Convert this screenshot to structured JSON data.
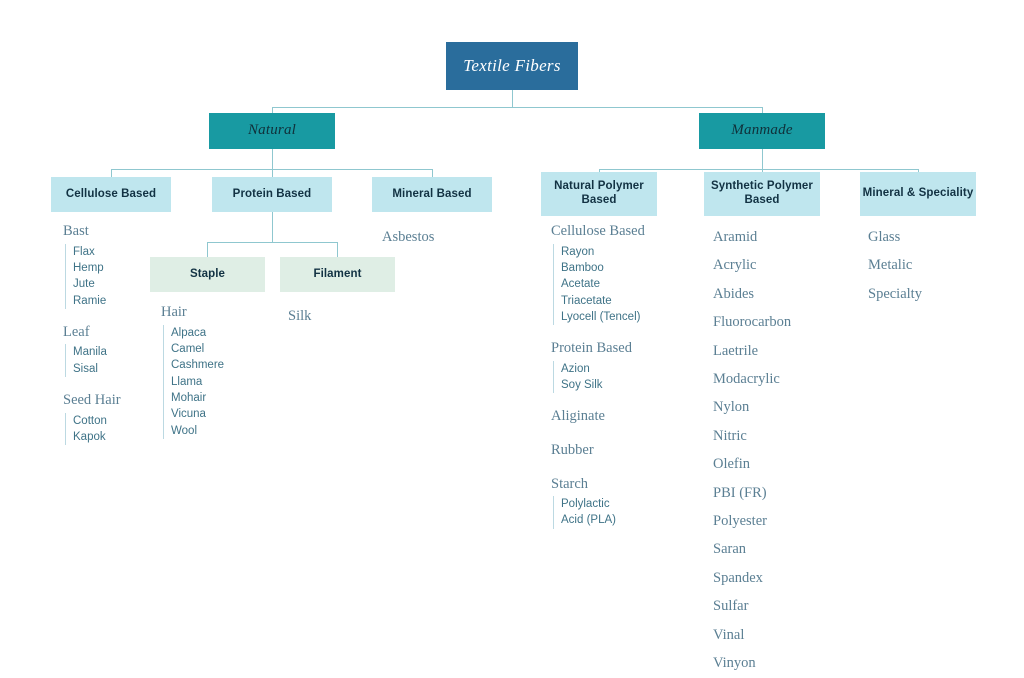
{
  "diagram": {
    "title": "Textile Fibers",
    "colors": {
      "root_fill": "#2a6d9c",
      "tier2_fill": "#189aa2",
      "tier3_fill": "#bfe6ee",
      "tier4_fill": "#dfeee5",
      "connector": "#8fc7cf",
      "heading_text": "#5b7f93",
      "item_text": "#3f7387"
    },
    "tier2": {
      "natural": "Natural",
      "manmade": "Manmade"
    },
    "tier3": {
      "cellulose_based": "Cellulose Based",
      "protein_based": "Protein Based",
      "mineral_based": "Mineral Based",
      "natural_polymer_based": "Natural Polymer Based",
      "synthetic_polymer_based": "Synthetic Polymer Based",
      "mineral_speciality": "Mineral & Speciality"
    },
    "tier4": {
      "staple": "Staple",
      "filament": "Filament"
    },
    "cellulose_groups": [
      {
        "title": "Bast",
        "items": [
          "Flax",
          "Hemp",
          "Jute",
          "Ramie"
        ]
      },
      {
        "title": "Leaf",
        "items": [
          "Manila",
          "Sisal"
        ]
      },
      {
        "title": "Seed Hair",
        "items": [
          "Cotton",
          "Kapok"
        ]
      }
    ],
    "staple_groups": [
      {
        "title": "Hair",
        "items": [
          "Alpaca",
          "Camel",
          "Cashmere",
          "Llama",
          "Mohair",
          "Vicuna",
          "Wool"
        ]
      }
    ],
    "filament_items": [
      "Silk"
    ],
    "mineral_based_items": [
      "Asbestos"
    ],
    "natural_polymer_groups": [
      {
        "title": "Cellulose Based",
        "items": [
          "Rayon",
          "Bamboo",
          "Acetate",
          "Triacetate",
          "Lyocell (Tencel)"
        ]
      },
      {
        "title": "Protein Based",
        "items": [
          "Azion",
          "Soy Silk"
        ]
      },
      {
        "title": "Aliginate",
        "items": []
      },
      {
        "title": "Rubber",
        "items": []
      },
      {
        "title": "Starch",
        "items": [
          "Polylactic",
          "Acid (PLA)"
        ]
      }
    ],
    "synthetic_polymer_items": [
      "Aramid",
      "Acrylic",
      "Abides",
      "Fluorocarbon",
      "Laetrile",
      "Modacrylic",
      "Nylon",
      "Nitric",
      "Olefin",
      "PBI (FR)",
      "Polyester",
      "Saran",
      "Spandex",
      "Sulfar",
      "Vinal",
      "Vinyon"
    ],
    "mineral_speciality_items": [
      "Glass",
      "Metalic",
      "Specialty"
    ]
  }
}
